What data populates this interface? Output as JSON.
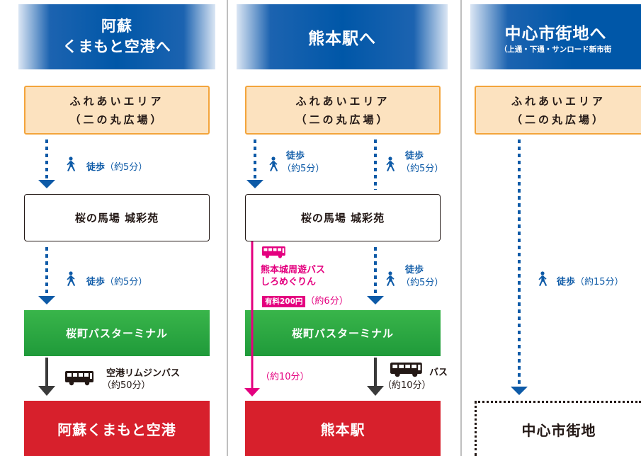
{
  "columns": [
    {
      "header_line1": "阿蘇",
      "header_line2": "くまもと空港へ",
      "origin_line1": "ふれあいエリア",
      "origin_line2": "（二の丸広場）",
      "walk1_label": "徒歩",
      "walk1_time": "（約5分）",
      "stop": "桜の馬場 城彩苑",
      "walk2_label": "徒歩",
      "walk2_time": "（約5分）",
      "terminal": "桜町バスターミナル",
      "bus_name": "空港リムジンバス",
      "bus_time": "（約50分）",
      "destination": "阿蘇くまもと空港"
    },
    {
      "header": "熊本駅へ",
      "origin_line1": "ふれあいエリア",
      "origin_line2": "（二の丸広場）",
      "walk_left_label": "徒歩",
      "walk_left_time": "（約5分）",
      "walk_right_label": "徒歩",
      "walk_right_time": "（約5分）",
      "stop": "桜の馬場 城彩苑",
      "loop_bus_line1": "熊本城周遊バス",
      "loop_bus_line2": "しろめぐりん",
      "fare": "有料200円",
      "loop_bus_time": "（約6分）",
      "walk3_label": "徒歩",
      "walk3_time": "（約5分）",
      "terminal": "桜町バスターミナル",
      "loop_long_time": "（約10分）",
      "bus_label": "バス",
      "bus_time": "（約10分）",
      "destination": "熊本駅"
    },
    {
      "header": "中心市街地へ",
      "header_sub": "（上通・下通・サンロード新市街",
      "origin_line1": "ふれあいエリア",
      "origin_line2": "（二の丸広場）",
      "walk_label": "徒歩",
      "walk_time": "（約15分）",
      "destination": "中心市街地"
    }
  ],
  "colors": {
    "header_blue": "#0057a8",
    "walk_blue": "#0d5aa7",
    "origin_fill": "#fce2bf",
    "origin_border": "#f3a43b",
    "terminal_green": "#2aa843",
    "destination_red": "#d7202c",
    "loop_bus_pink": "#e4007f"
  },
  "icons": [
    "walking-person-icon",
    "bus-icon",
    "dotted-arrow-down",
    "solid-arrow-down"
  ]
}
